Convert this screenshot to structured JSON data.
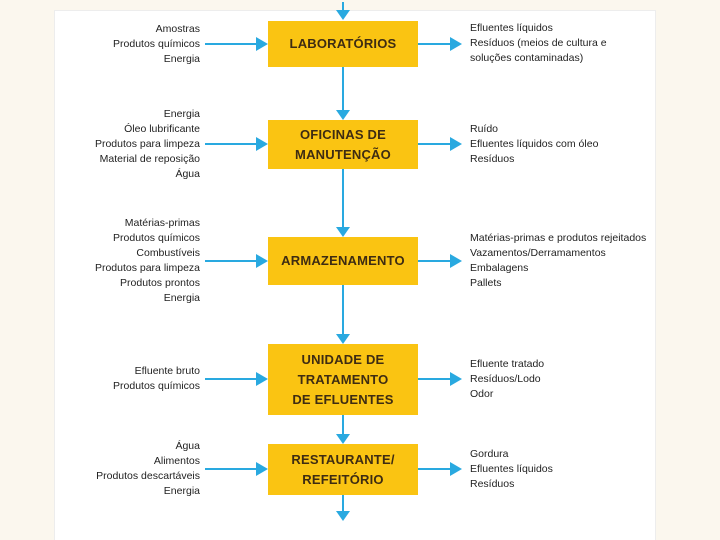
{
  "diagram": {
    "type": "process-flowchart",
    "colors": {
      "box_fill": "#FAC412",
      "box_text": "#3E2C12",
      "arrow": "#29A9E0",
      "label_text": "#1F1F1F",
      "background": "#FFFFFF"
    },
    "rows": [
      {
        "process": "LABORATÓRIOS",
        "inputs": [
          "Amostras",
          "Produtos químicos",
          "Energia"
        ],
        "outputs": [
          "Efluentes líquidos",
          "Resíduos (meios de cultura e soluções contaminadas)"
        ]
      },
      {
        "process": "OFICINAS DE\nMANUTENÇÃO",
        "inputs": [
          "Energia",
          "Óleo lubrificante",
          "Produtos para limpeza",
          "Material de reposição",
          "Água"
        ],
        "outputs": [
          "Ruído",
          "Efluentes líquidos com óleo",
          "Resíduos"
        ]
      },
      {
        "process": "ARMAZENAMENTO",
        "inputs": [
          "Matérias-primas",
          "Produtos químicos",
          "Combustíveis",
          "Produtos para limpeza",
          "Produtos prontos",
          "Energia"
        ],
        "outputs": [
          "Matérias-primas e produtos rejeitados",
          "Vazamentos/Derramamentos",
          "Embalagens",
          "Pallets"
        ]
      },
      {
        "process": "UNIDADE DE\nTRATAMENTO\nDE EFLUENTES",
        "inputs": [
          "Efluente bruto",
          "Produtos químicos"
        ],
        "outputs": [
          "Efluente tratado",
          "Resíduos/Lodo",
          "Odor"
        ]
      },
      {
        "process": "RESTAURANTE/\nREFEITÓRIO",
        "inputs": [
          "Água",
          "Alimentos",
          "Produtos descartáveis",
          "Energia"
        ],
        "outputs": [
          "Gordura",
          "Efluentes líquidos",
          "Resíduos"
        ]
      }
    ]
  }
}
